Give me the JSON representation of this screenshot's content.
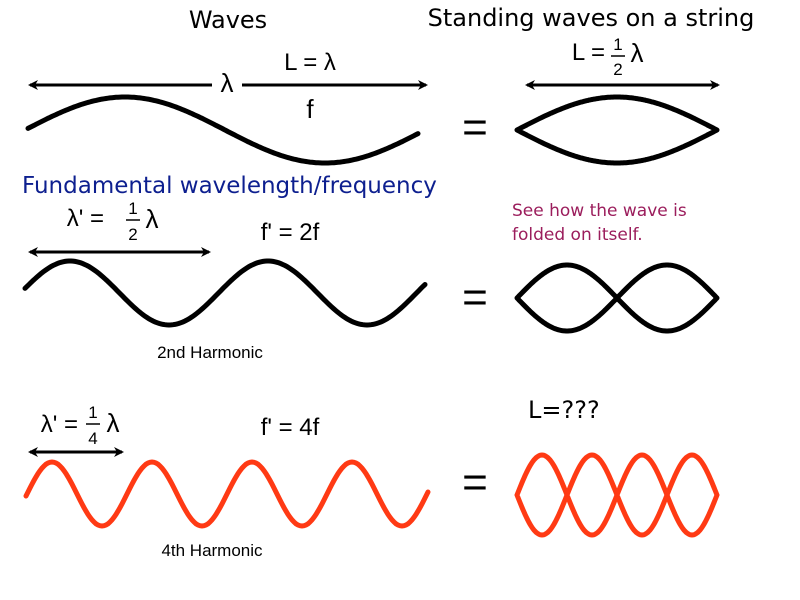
{
  "titles": {
    "left": "Waves",
    "right": "Standing waves on a string"
  },
  "row1": {
    "lambda": "λ",
    "eq": "L = λ",
    "freq": "f",
    "right_L": "L =",
    "right_num": "1",
    "right_den": "2",
    "right_lambda": "λ",
    "equals": "="
  },
  "subtitle": "Fundamental wavelength/frequency",
  "note": {
    "line1": "See how the wave is",
    "line2": "folded on itself."
  },
  "row2": {
    "lhs": "λ' =",
    "num": "1",
    "den": "2",
    "lambda": "λ",
    "freq": "f' = 2f",
    "label": "2nd Harmonic",
    "equals": "="
  },
  "row3": {
    "lhs": "λ' =",
    "num": "1",
    "den": "4",
    "lambda": "λ",
    "freq": "f' = 4f",
    "label": "4th Harmonic",
    "equals": "=",
    "question": "L=???"
  },
  "colors": {
    "black": "#000000",
    "red": "#ff3a14",
    "blue": "#0d1f8f",
    "purple": "#9b1d5c"
  }
}
